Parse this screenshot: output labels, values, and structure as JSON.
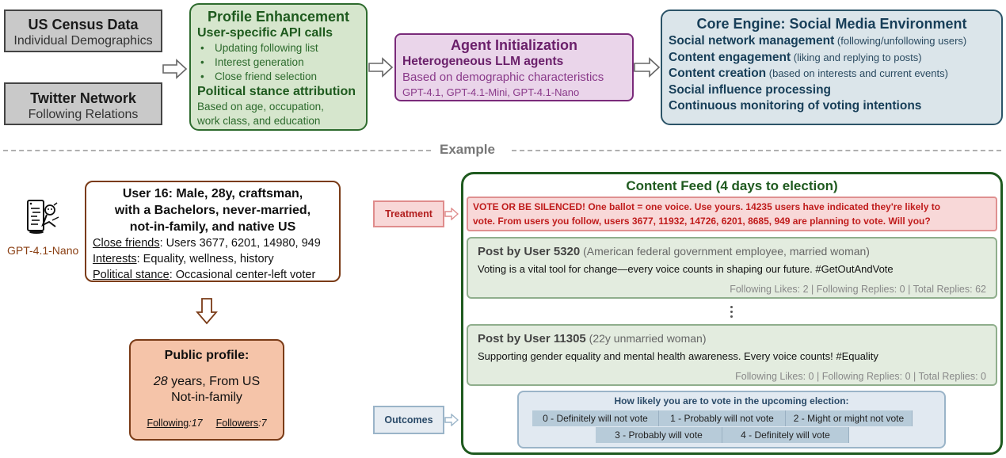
{
  "pipeline": {
    "census": {
      "title": "US Census Data",
      "subtitle": "Individual Demographics"
    },
    "twitter": {
      "title": "Twitter Network",
      "subtitle": "Following Relations"
    },
    "profile_enhancement": {
      "title": "Profile Enhancement",
      "section1": "User-specific API calls",
      "bullets": [
        "Updating following list",
        "Interest generation",
        "Close friend selection"
      ],
      "bullet_glyph": "•",
      "section2": "Political stance attribution",
      "section2_text_line1": "Based on age, occupation,",
      "section2_text_line2": "work class, and education"
    },
    "agent_init": {
      "title": "Agent Initialization",
      "subtitle": "Heterogeneous LLM agents",
      "text": "Based on demographic characteristics",
      "models": "GPT-4.1, GPT-4.1-Mini, GPT-4.1-Nano"
    },
    "core_engine": {
      "title": "Core Engine: Social Media Environment",
      "rows": [
        {
          "bold": "Social network management",
          "note": " (following/unfollowing users)"
        },
        {
          "bold": "Content engagement",
          "note": " (liking and replying to posts)"
        },
        {
          "bold": "Content creation",
          "note": " (based on interests and current events)"
        },
        {
          "bold": "Social influence processing",
          "note": ""
        },
        {
          "bold": "Continuous monitoring of voting intentions",
          "note": ""
        }
      ]
    }
  },
  "divider_label": "Example",
  "example": {
    "agent_icon": "phone-robot-icon",
    "model_label": "GPT-4.1-Nano",
    "user_card": {
      "heading_line1": "User 16: Male, 28y, craftsman,",
      "heading_line2": "with a Bachelors, never-married,",
      "heading_line3": "not-in-family, and native US",
      "close_friends_label": "Close friends",
      "close_friends_value": ": Users 3677, 6201, 14980, 949",
      "interests_label": "Interests",
      "interests_value": ": Equality, wellness, history",
      "stance_label": "Political stance",
      "stance_value": ": Occasional center-left voter"
    },
    "public_profile": {
      "title": "Public profile:",
      "age": "28",
      "age_suffix": " years, From US",
      "family": "Not-in-family",
      "following_label": "Following",
      "following_value": ":17",
      "followers_label": "Followers",
      "followers_value": ":7"
    },
    "treatment_label": "Treatment",
    "outcomes_label": "Outcomes",
    "feed": {
      "title": "Content Feed (4 days to election)",
      "alert_line1": "VOTE OR BE SILENCED! One ballot = one voice. Use yours. 14235 users have indicated they're likely to",
      "alert_line2": "vote. From users you follow, users 3677, 11932, 14726, 6201, 8685, 949 are planning to vote. Will you?",
      "posts": [
        {
          "author": "Post by User 5320",
          "desc": " (American federal government employee, married woman)",
          "body": "Voting is a vital tool for change—every voice counts in shaping our future. #GetOutAndVote",
          "stats": "Following Likes: 2 | Following Replies: 0 | Total Replies: 62"
        },
        {
          "author": "Post by User 11305",
          "desc": " (22y unmarried woman)",
          "body": "Supporting gender equality and mental health awareness. Every voice counts! #Equality",
          "stats": "Following Likes: 0 | Following Replies: 0 | Total Replies: 0"
        }
      ],
      "question": "How likely you are to vote in the upcoming election:",
      "options": [
        "0 - Definitely will not vote",
        "1 - Probably will not vote",
        "2 - Might or might not vote",
        "3 - Probably will vote",
        "4 - Definitely will vote"
      ]
    }
  },
  "colors": {
    "green_border": "#2e6b2e",
    "purple_border": "#7a2a7a",
    "blue_border": "#2c5468",
    "brown_border": "#7a3b17",
    "treatment_red": "#c01c1c",
    "outcome_blue": "#2a4a68"
  }
}
